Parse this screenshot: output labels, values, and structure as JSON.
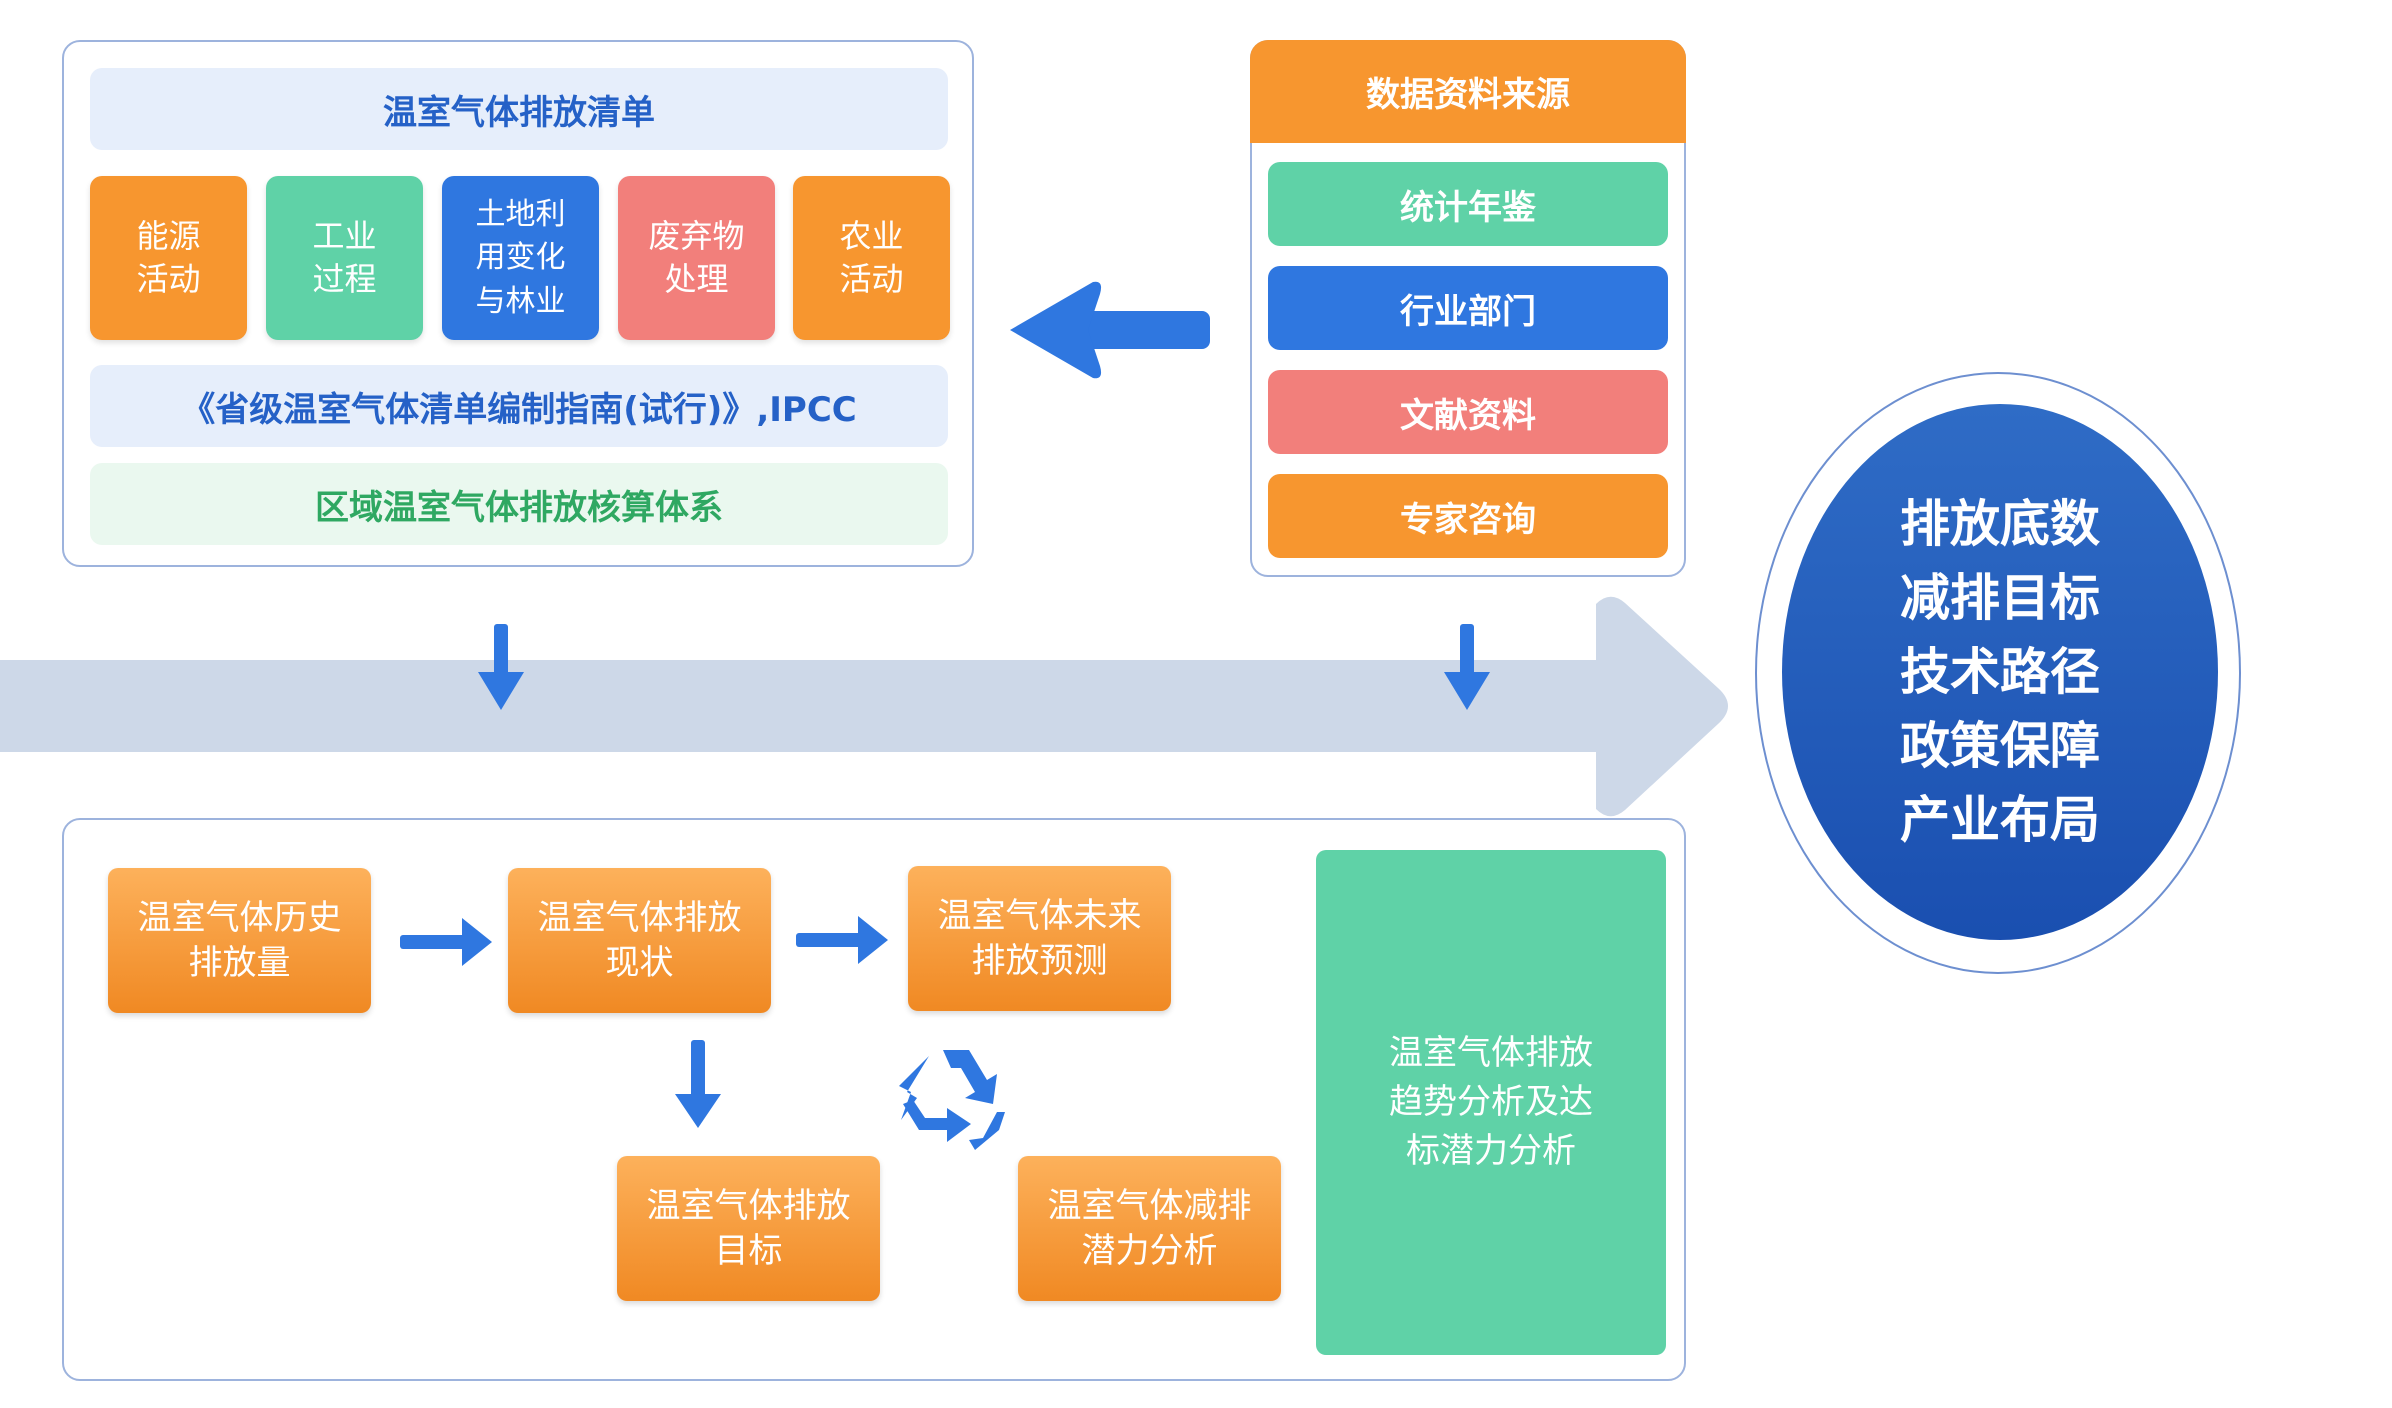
{
  "inventory": {
    "title": "温室气体排放清单",
    "categories": [
      {
        "label": "能源\n活动",
        "color": "#f7962f"
      },
      {
        "label": "工业\n过程",
        "color": "#5fd2a7"
      },
      {
        "label": "土地利\n用变化\n与林业",
        "color": "#2f77e0"
      },
      {
        "label": "废弃物\n处理",
        "color": "#f27f7b"
      },
      {
        "label": "农业\n活动",
        "color": "#f7962f"
      }
    ],
    "guide": "《省级温室气体清单编制指南(试行)》,IPCC",
    "system": "区域温室气体排放核算体系"
  },
  "sources": {
    "header": "数据资料来源",
    "items": [
      {
        "label": "统计年鉴",
        "color": "#5fd2a7"
      },
      {
        "label": "行业部门",
        "color": "#2f77e0"
      },
      {
        "label": "文献资料",
        "color": "#f27f7b"
      },
      {
        "label": "专家咨询",
        "color": "#f7962f"
      }
    ]
  },
  "analysis": {
    "history": "温室气体历史\n排放量",
    "current": "温室气体排放\n现状",
    "forecast": "温室气体未来\n排放预测",
    "target": "温室气体排放\n目标",
    "reduction": "温室气体减排\n潜力分析",
    "trend": "温室气体排放\n趋势分析及达\n标潜力分析"
  },
  "goals": {
    "items": [
      "排放底数",
      "减排目标",
      "技术路径",
      "政策保障",
      "产业布局"
    ]
  },
  "colors": {
    "orange": "#f7962f",
    "green": "#5fd2a7",
    "blue": "#2f77e0",
    "red": "#f27f7b",
    "navy": "#1f56b5",
    "band": "#cdd8e8",
    "arrow": "#2f77e0"
  }
}
